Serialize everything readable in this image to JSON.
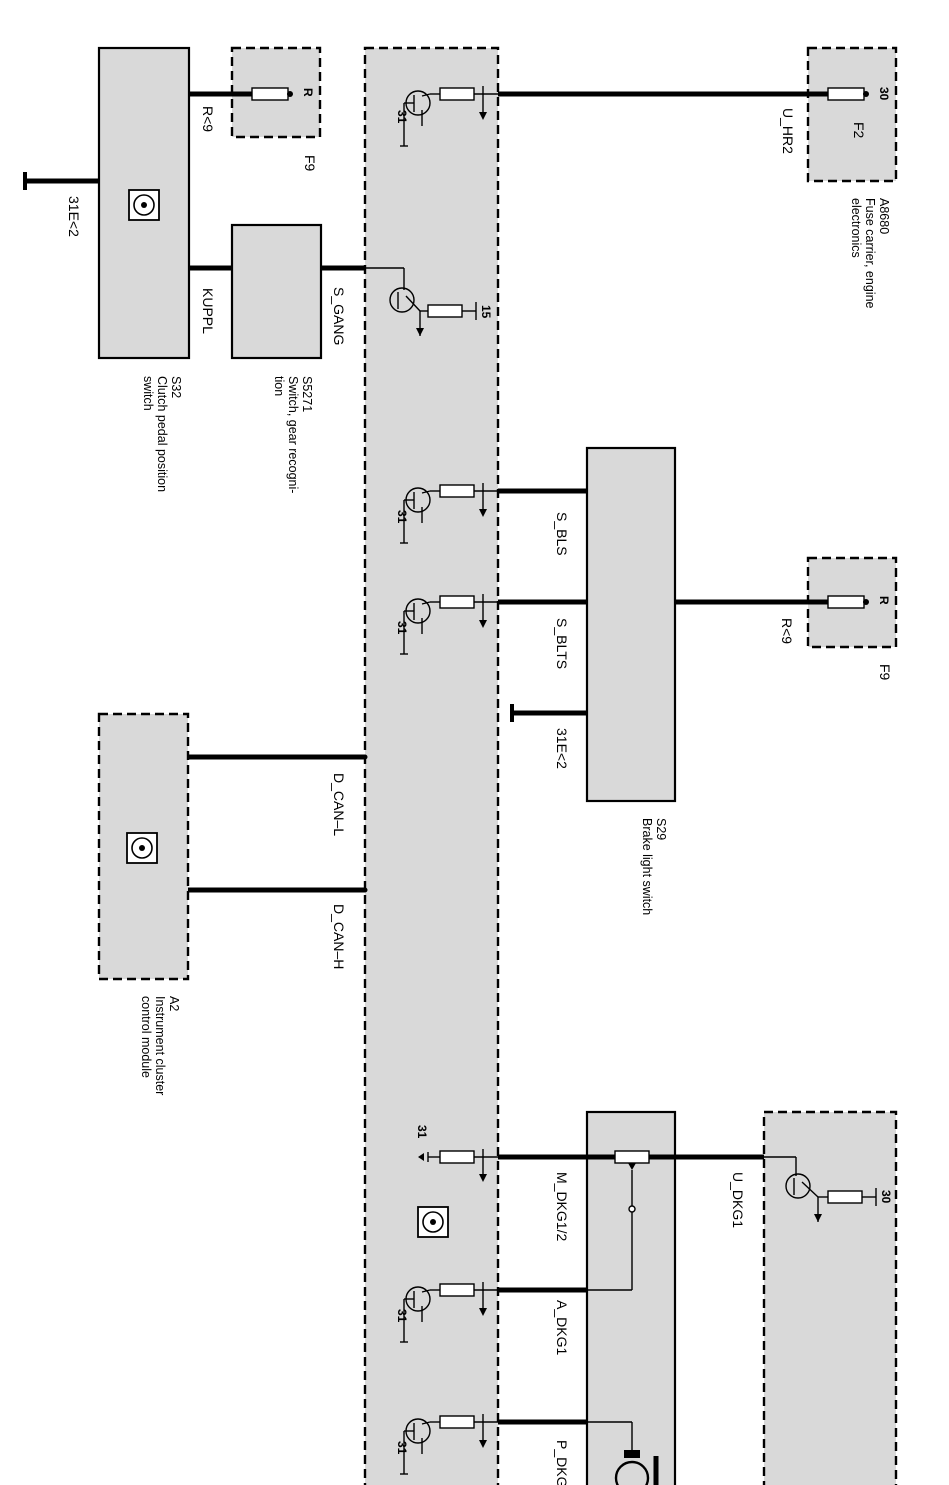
{
  "components": {
    "a8680": {
      "id": "A8680",
      "desc1": "Fuse carrier, engine",
      "desc2": "electronics"
    },
    "f2": {
      "id": "F2",
      "pin": "30"
    },
    "f9_top": {
      "id": "F9",
      "pin": "R"
    },
    "f9_right": {
      "id": "F9",
      "pin": "R"
    },
    "s32": {
      "id": "S32",
      "desc1": "Clutch pedal position",
      "desc2": "switch"
    },
    "s5271": {
      "id": "S5271",
      "desc1": "Switch, gear recogni-",
      "desc2": "tion"
    },
    "s29": {
      "id": "S29",
      "desc1": "Brake light switch"
    },
    "a2": {
      "id": "A2",
      "desc1": "Instrument cluster",
      "desc2": "control module"
    },
    "dkg_supply": {
      "pin": "30"
    }
  },
  "wires": {
    "u_hr2": "U_HR2",
    "r9_top": "R<9",
    "r9_right": "R<9",
    "gnd_top": "31E<2",
    "gnd_s29": "31E<2",
    "kuppl": "KUPPL",
    "s_gang": "S_GANG",
    "s_bls": "S_BLS",
    "s_blts": "S_BLTS",
    "d_can_l": "D_CAN–L",
    "d_can_h": "D_CAN–H",
    "m_dkg": "M_DKG1/2",
    "a_dkg": "A_DKG1",
    "p_dkg": "P_DKG",
    "u_dkg": "U_DKG1"
  },
  "pins": {
    "p31": "31",
    "p15": "15"
  }
}
